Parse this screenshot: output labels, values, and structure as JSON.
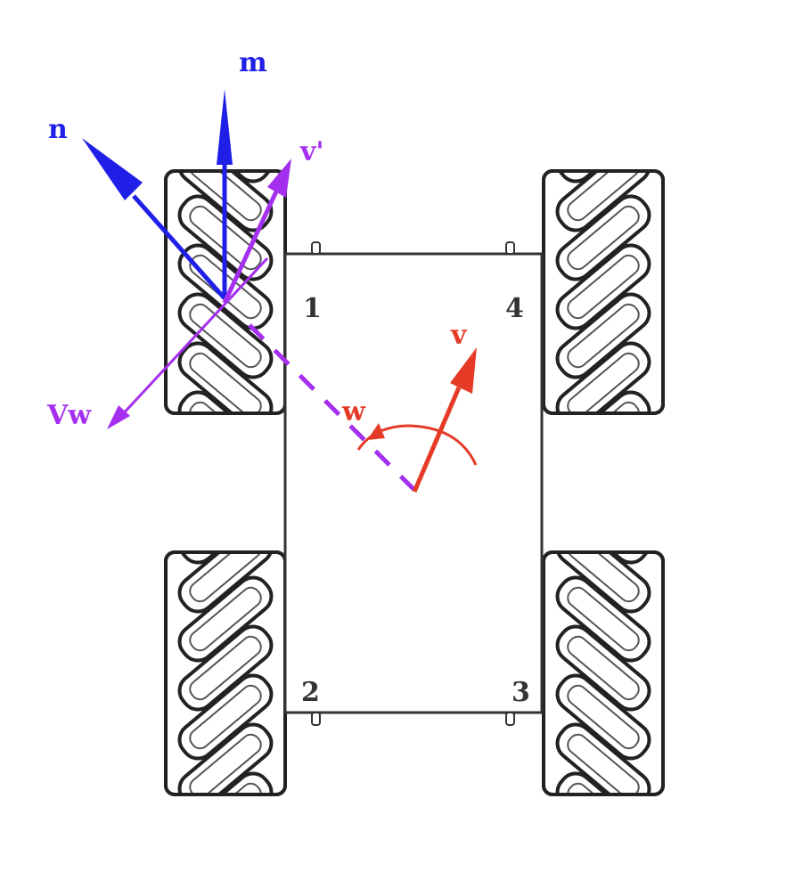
{
  "colors": {
    "blue": "#1f1fe8",
    "purple": "#a52fee",
    "red": "#e53a26",
    "frame": "#333333"
  },
  "wheels": [
    {
      "id": "1",
      "roller_slant": "down-right"
    },
    {
      "id": "2",
      "roller_slant": "up-right"
    },
    {
      "id": "3",
      "roller_slant": "down-right"
    },
    {
      "id": "4",
      "roller_slant": "up-right"
    }
  ],
  "labels": {
    "wheel_1": "1",
    "wheel_2": "2",
    "wheel_3": "3",
    "wheel_4": "4",
    "m": "m",
    "n": "n",
    "v_prime": "v'",
    "vw": "Vw",
    "v": "v",
    "w": "w"
  }
}
